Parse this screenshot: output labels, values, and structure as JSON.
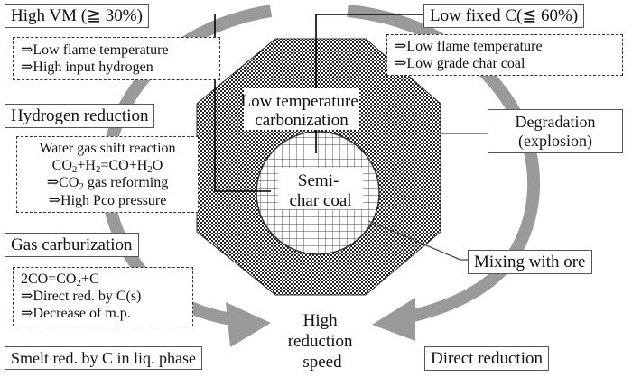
{
  "nodes": {
    "high_vm": "High VM (≧ 30%)",
    "low_fixed_c": "Low fixed C(≦ 60%)",
    "hydrogen_reduction": "Hydrogen reduction",
    "degradation_1": "Degradation",
    "degradation_2": "(explosion)",
    "gas_carburization": "Gas carburization",
    "mixing_with_ore": "Mixing with ore",
    "smelt_reduction": "Smelt red. by C in liq. phase",
    "direct_reduction": "Direct reduction",
    "low_temp_carb_1": "Low temperature",
    "low_temp_carb_2": "carbonization",
    "semi_char_1": "Semi-",
    "semi_char_2": "char coal",
    "high_speed_1": "High",
    "high_speed_2": "reduction",
    "high_speed_3": "speed"
  },
  "notes": {
    "high_vm": [
      "⇒Low flame temperature",
      "⇒High input hydrogen"
    ],
    "low_fixed_c": [
      "⇒Low flame temperature",
      "⇒Low grade char coal"
    ],
    "water_gas": {
      "title": "Water gas shift reaction",
      "co2": "CO",
      "two_a": "2",
      "plus_h": "+H",
      "two_b": "2",
      "eq_rest": "=CO+H",
      "two_c": "2",
      "o": "O",
      "reform_pre": "⇒CO",
      "reform_sub": "2",
      "reform_post": " gas reforming",
      "pressure": "⇒High Pco pressure"
    },
    "carbon": {
      "eq_pre": "2CO=CO",
      "eq_sub": "2",
      "eq_post": "+C",
      "direct": "⇒Direct red. by C(s)",
      "mp": "⇒Decrease of m.p."
    }
  },
  "colors": {
    "arrow": "#9a9a9a",
    "connector": "#000000",
    "octagon_fill": "#2a2a2a",
    "border": "#555555"
  }
}
